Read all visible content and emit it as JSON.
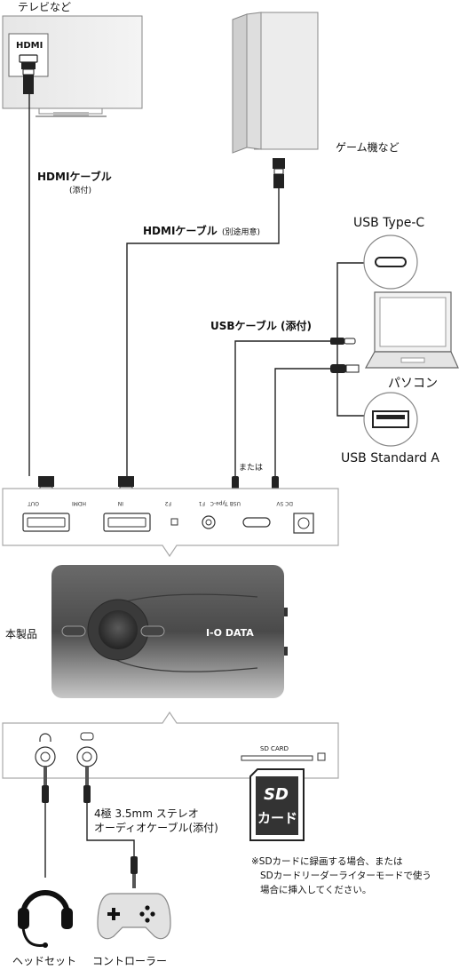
{
  "tv": {
    "label": "テレビなど",
    "port_label": "HDMI"
  },
  "console": {
    "label": "ゲーム機など"
  },
  "cables": {
    "hdmi_included": "HDMIケーブル",
    "hdmi_included_note": "(添付)",
    "hdmi_separate": "HDMIケーブル",
    "hdmi_separate_note": "(別途用意)",
    "usb": "USBケーブル (添付)",
    "or": "または",
    "audio_line1": "4極 3.5mm ステレオ",
    "audio_line2": "オーディオケーブル(添付)"
  },
  "pc": {
    "label": "パソコン",
    "usb_c_label": "USB Type-C",
    "usb_a_label": "USB Standard A"
  },
  "back_panel": {
    "ports": [
      "OUT",
      "HDMI",
      "IN",
      "F2",
      "F1",
      "USB Type-C",
      "DC 5V"
    ]
  },
  "device": {
    "label": "本製品",
    "brand": "I-O DATA"
  },
  "front_panel": {
    "sd_label": "SD CARD"
  },
  "sd_card": {
    "logo": "SD",
    "text": "カード"
  },
  "note": {
    "line1": "※SDカードに録画する場合、または",
    "line2": "SDカードリーダーライターモードで使う",
    "line3": "場合に挿入してください。"
  },
  "accessories": {
    "headset": "ヘッドセット",
    "controller": "コントローラー"
  },
  "colors": {
    "line": "#222222",
    "panel_border": "#aaaaaa",
    "device_dark": "#5a5a5a"
  }
}
